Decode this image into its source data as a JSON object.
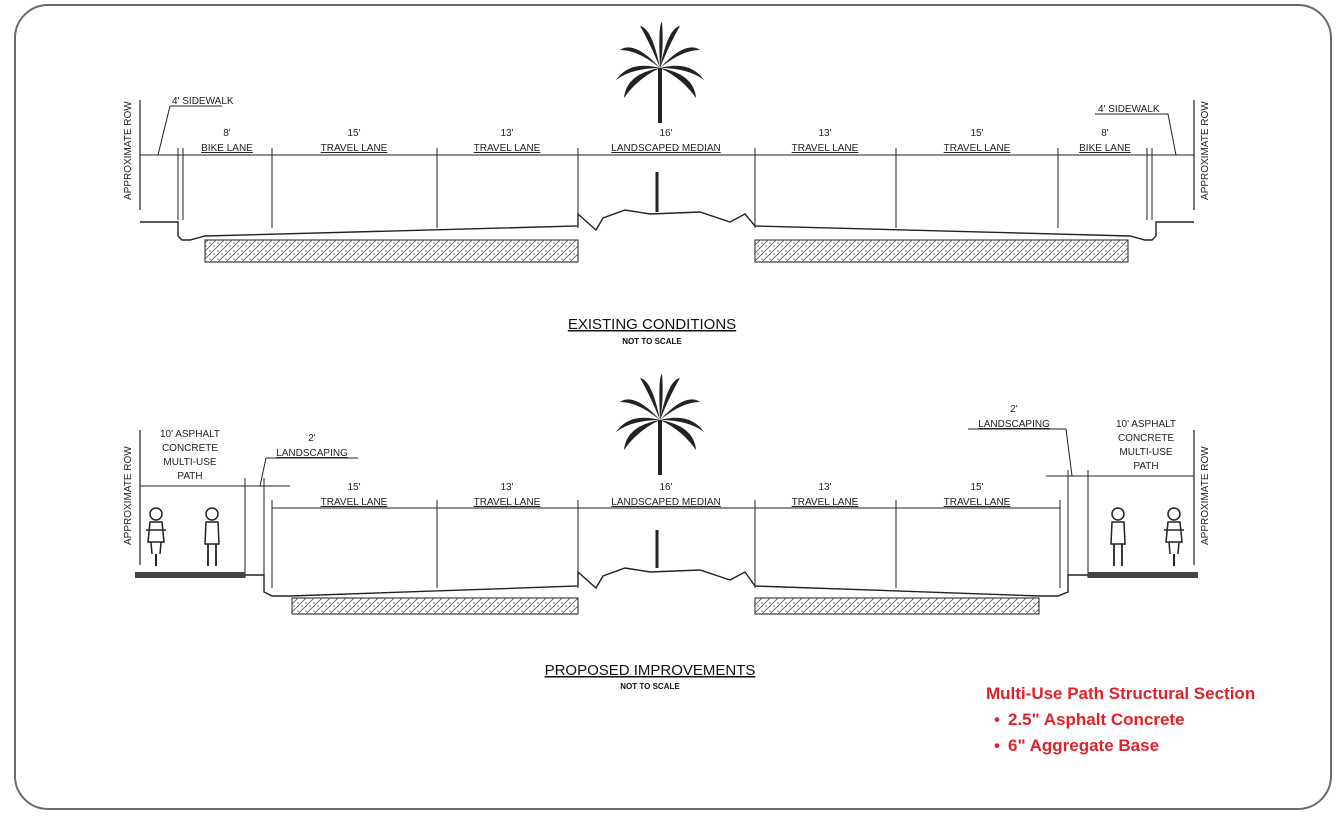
{
  "existing": {
    "title": "EXISTING CONDITIONS",
    "subtitle": "NOT TO SCALE",
    "row_label": "APPROXIMATE ROW",
    "sidewalk_label": "4' SIDEWALK",
    "segments": [
      {
        "dim": "8'",
        "label": "BIKE LANE"
      },
      {
        "dim": "15'",
        "label": "TRAVEL LANE"
      },
      {
        "dim": "13'",
        "label": "TRAVEL LANE"
      },
      {
        "dim": "16'",
        "label": "LANDSCAPED MEDIAN"
      },
      {
        "dim": "13'",
        "label": "TRAVEL LANE"
      },
      {
        "dim": "15'",
        "label": "TRAVEL LANE"
      },
      {
        "dim": "8'",
        "label": "BIKE LANE"
      }
    ]
  },
  "proposed": {
    "title": "PROPOSED IMPROVEMENTS",
    "subtitle": "NOT TO SCALE",
    "row_label": "APPROXIMATE ROW",
    "path_label": [
      "10' ASPHALT",
      "CONCRETE",
      "MULTI-USE",
      "PATH"
    ],
    "landscaping_dim": "2'",
    "landscaping_label": "LANDSCAPING",
    "segments": [
      {
        "dim": "15'",
        "label": "TRAVEL LANE"
      },
      {
        "dim": "13'",
        "label": "TRAVEL LANE"
      },
      {
        "dim": "16'",
        "label": "LANDSCAPED MEDIAN"
      },
      {
        "dim": "13'",
        "label": "TRAVEL LANE"
      },
      {
        "dim": "15'",
        "label": "TRAVEL LANE"
      }
    ]
  },
  "note": {
    "title": "Multi-Use Path Structural Section",
    "items": [
      "2.5\" Asphalt Concrete",
      "6\" Aggregate Base"
    ],
    "color": "#e0222a"
  }
}
